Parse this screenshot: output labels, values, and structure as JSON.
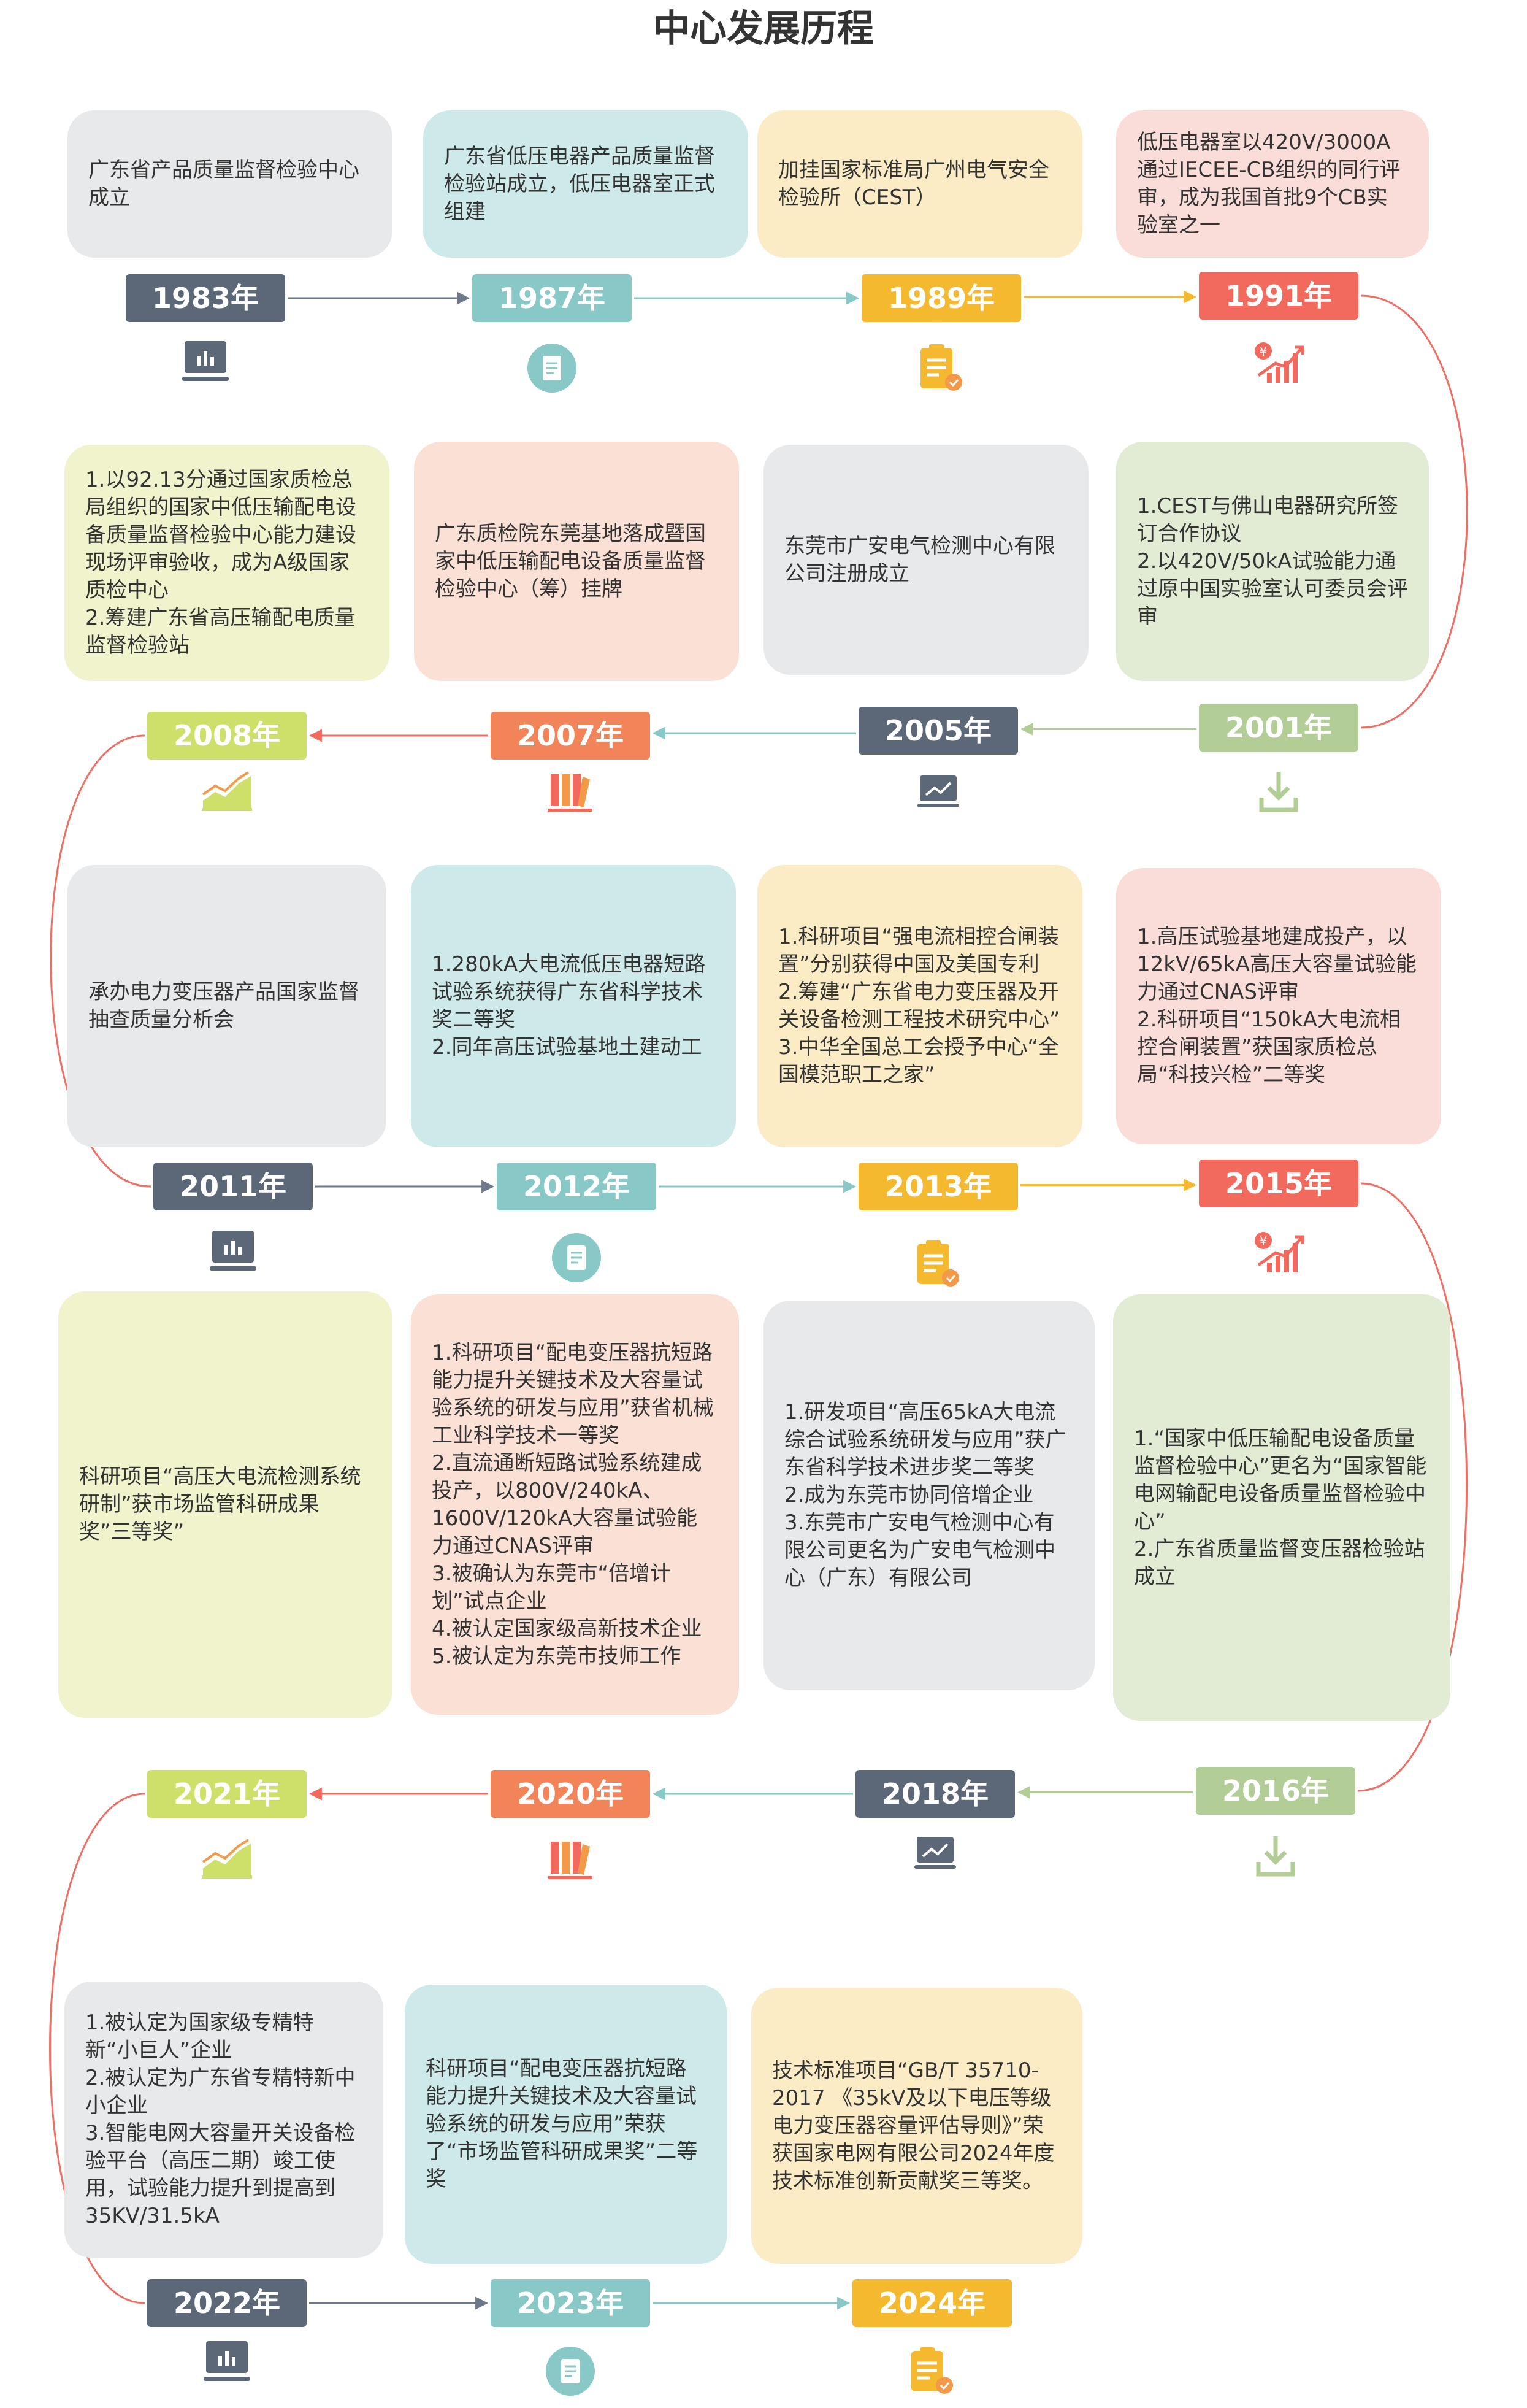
{
  "title": "中心发展历程",
  "colors": {
    "gray": "#e8e9eb",
    "gray_badge": "#5c6777",
    "teal": "#cde9e9",
    "teal_badge": "#88c8c6",
    "yellow": "#fbecc5",
    "yellow_badge": "#f4b92e",
    "pink": "#fadcd8",
    "pink_badge": "#f26a5e",
    "green": "#e2ecd4",
    "green_badge": "#b2cd96",
    "lime": "#f1f3cc",
    "lime_badge": "#cfe06a",
    "peach": "#fbe0d6",
    "peach_badge": "#f2845a",
    "icon_orange": "#f29a4a",
    "line_red": "#ef6f65"
  },
  "milestones": [
    {
      "year": "1983年",
      "text": "广东省产品质量监督检验中心成立",
      "icon": "chart-board-icon"
    },
    {
      "year": "1987年",
      "text": "广东省低压电器产品质量监督检验站成立，低压电器室正式组建",
      "icon": "document-icon"
    },
    {
      "year": "1989年",
      "text": "加挂国家标准局广州电气安全检验所（CEST）",
      "icon": "clipboard-icon"
    },
    {
      "year": "1991年",
      "text": "低压电器室以420V/3000A通过IECEE-CB组织的同行评审，成为我国首批9个CB实验室之一",
      "icon": "growth-chart-icon"
    },
    {
      "year": "2001年",
      "text": "1.CEST与佛山电器研究所签订合作协议\n2.以420V/50kA试验能力通过原中国实验室认可委员会评审",
      "icon": "download-icon"
    },
    {
      "year": "2005年",
      "text": "东莞市广安电气检测中心有限公司注册成立",
      "icon": "trend-monitor-icon"
    },
    {
      "year": "2007年",
      "text": "广东质检院东莞基地落成暨国家中低压输配电设备质量监督检验中心（筹）挂牌",
      "icon": "binders-icon"
    },
    {
      "year": "2008年",
      "text": "1.以92.13分通过国家质检总局组织的国家中低压输配电设备质量监督检验中心能力建设现场评审验收，成为A级国家质检中心\n2.筹建广东省高压输配电质量监督检验站",
      "icon": "area-chart-icon"
    },
    {
      "year": "2011年",
      "text": "承办电力变压器产品国家监督抽查质量分析会",
      "icon": "chart-board-icon"
    },
    {
      "year": "2012年",
      "text": "1.280kA大电流低压电器短路试验系统获得广东省科学技术奖二等奖\n2.同年高压试验基地土建动工",
      "icon": "document-icon"
    },
    {
      "year": "2013年",
      "text": "1.科研项目“强电流相控合闸装置”分别获得中国及美国专利\n2.筹建“广东省电力变压器及开关设备检测工程技术研究中心”\n3.中华全国总工会授予中心“全国模范职工之家”",
      "icon": "clipboard-icon"
    },
    {
      "year": "2015年",
      "text": "1.高压试验基地建成投产，以12kV/65kA高压大容量试验能力通过CNAS评审\n2.科研项目“150kA大电流相控合闸装置”获国家质检总局“科技兴检”二等奖",
      "icon": "growth-chart-icon"
    },
    {
      "year": "2016年",
      "text": "1.“国家中低压输配电设备质量监督检验中心”更名为“国家智能电网输配电设备质量监督检验中心”\n2.广东省质量监督变压器检验站成立",
      "icon": "download-icon"
    },
    {
      "year": "2018年",
      "text": "1.研发项目“高压65kA大电流综合试验系统研发与应用”获广东省科学技术进步奖二等奖\n2.成为东莞市协同倍增企业\n3.东莞市广安电气检测中心有限公司更名为广安电气检测中心（广东）有限公司",
      "icon": "trend-monitor-icon"
    },
    {
      "year": "2020年",
      "text": "1.科研项目“配电变压器抗短路能力提升关键技术及大容量试验系统的研发与应用”获省机械工业科学技术一等奖\n2.直流通断短路试验系统建成投产，以800V/240kA、1600V/120kA大容量试验能力通过CNAS评审\n3.被确认为东莞市“倍增计划”试点企业\n4.被认定国家级高新技术企业\n5.被认定为东莞市技师工作",
      "icon": "binders-icon"
    },
    {
      "year": "2021年",
      "text": "科研项目“高压大电流检测系统研制”获市场监管科研成果奖”三等奖”",
      "icon": "area-chart-icon"
    },
    {
      "year": "2022年",
      "text": "1.被认定为国家级专精特新“小巨人”企业\n2.被认定为广东省专精特新中小企业\n3.智能电网大容量开关设备检验平台（高压二期）竣工使用，试验能力提升到提高到35KV/31.5kA",
      "icon": "chart-board-icon"
    },
    {
      "year": "2023年",
      "text": "科研项目“配电变压器抗短路能力提升关键技术及大容量试验系统的研发与应用”荣获了“市场监管科研成果奖”二等奖",
      "icon": "document-icon"
    },
    {
      "year": "2024年",
      "text": "技术标准项目“GB/T 35710-2017 《35kV及以下电压等级电力变压器容量评估导则》”荣获国家电网有限公司2024年度技术标准创新贡献奖三等奖。",
      "icon": "clipboard-icon"
    }
  ]
}
